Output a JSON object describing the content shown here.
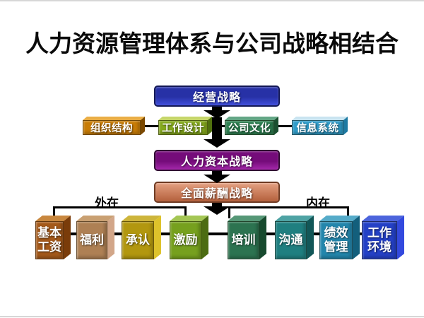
{
  "title": "人力资源管理体系与公司战略相结合",
  "flow": {
    "business_strategy": {
      "label": "经营战略",
      "colors": {
        "c1": "#2731a6",
        "c2": "#4150dc",
        "bd": "#131856"
      }
    },
    "human_capital_strategy": {
      "label": "人力资本战略",
      "colors": {
        "c1": "#750c7a",
        "c2": "#a428aa",
        "bd": "#300832"
      }
    },
    "total_reward_strategy": {
      "label": "全面薪酬战略",
      "colors": {
        "c1": "#e4a081",
        "c2": "#b4603c",
        "bd": "#6e3a22"
      }
    },
    "enablers": [
      {
        "label": "组织结构",
        "colors": {
          "front": "#c87c06",
          "top": "#eaae46",
          "side": "#7c4a02"
        }
      },
      {
        "label": "工作设计",
        "colors": {
          "front": "#84a81c",
          "top": "#c6d66a",
          "side": "#50700e"
        }
      },
      {
        "label": "公司文化",
        "colors": {
          "front": "#2e8152",
          "top": "#63a685",
          "side": "#1b4f30"
        }
      },
      {
        "label": "信息系统",
        "colors": {
          "front": "#2f9cc9",
          "top": "#c9e4f0",
          "side": "#1e7aa2"
        }
      }
    ],
    "groups": [
      {
        "label": "外在"
      },
      {
        "label": "内在"
      }
    ],
    "rewards": [
      {
        "label": "基本\n工资",
        "colors": {
          "front": "#a4591a",
          "top": "#c8873e",
          "side": "#7a3c0a"
        }
      },
      {
        "label": "福利",
        "colors": {
          "front": "#ae8054",
          "top": "#c9a072",
          "side": "#d2a689"
        }
      },
      {
        "label": "承认",
        "colors": {
          "front": "#b2970f",
          "top": "#cdb53b",
          "side": "#ddc22b"
        }
      },
      {
        "label": "激励",
        "colors": {
          "front": "#76a01e",
          "top": "#a4c654",
          "side": "#4c6c12"
        }
      },
      {
        "label": "培训",
        "colors": {
          "front": "#2c7350",
          "top": "#559776",
          "side": "#174a2e"
        }
      },
      {
        "label": "沟通",
        "colors": {
          "front": "#1f7f80",
          "top": "#4ea3a4",
          "side": "#125758"
        }
      },
      {
        "label": "绩效\n管理",
        "colors": {
          "front": "#2386ac",
          "top": "#55abc9",
          "side": "#135f7c"
        }
      },
      {
        "label": "工作\n环境",
        "colors": {
          "front": "#2440c6",
          "top": "#4c64dc",
          "side": "#3349de"
        }
      }
    ],
    "line_color": "#000000"
  }
}
